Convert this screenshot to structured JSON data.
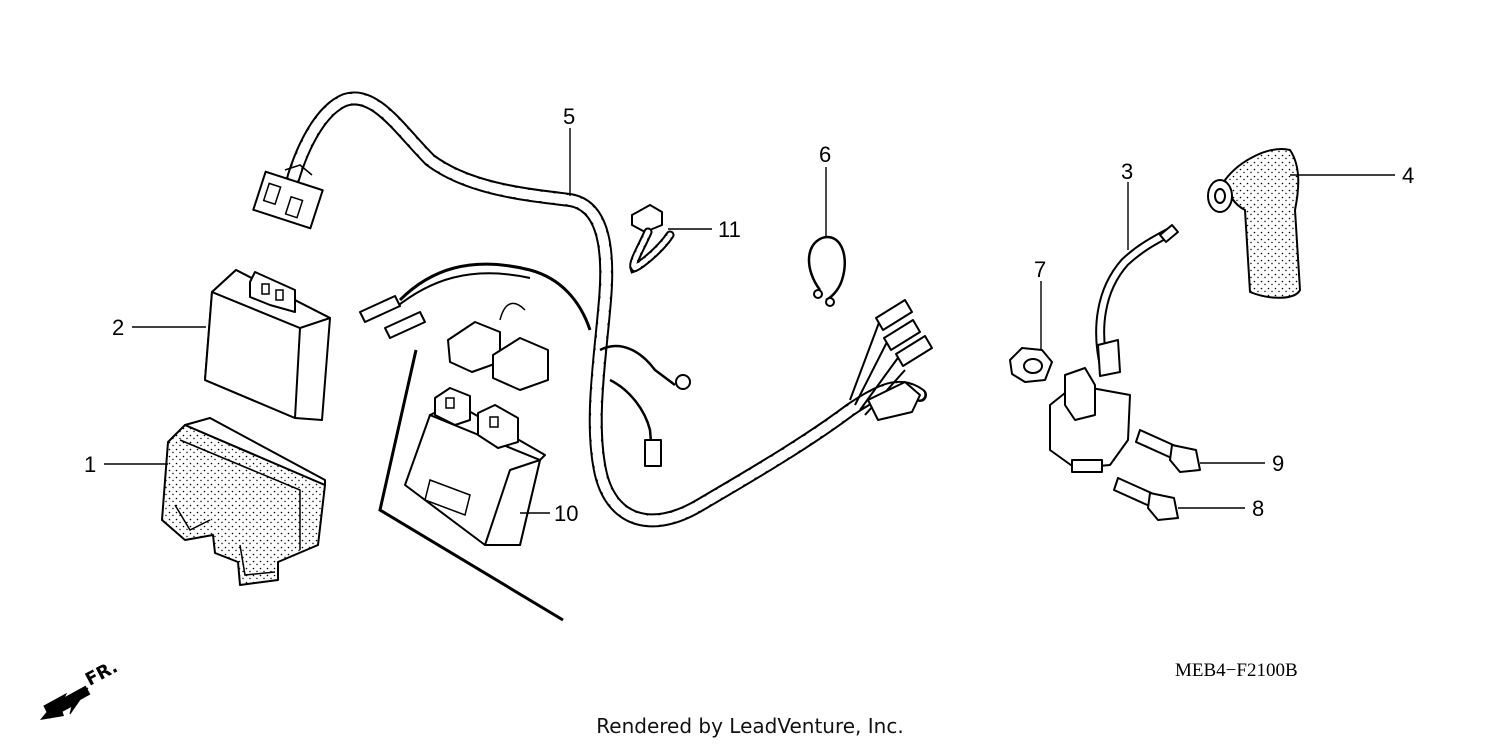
{
  "callouts": {
    "c1": "1",
    "c2": "2",
    "c3": "3",
    "c4": "4",
    "c5": "5",
    "c6": "6",
    "c7": "7",
    "c8": "8",
    "c9": "9",
    "c10": "10",
    "c11": "11"
  },
  "direction_label": "FR.",
  "diagram_code": "MEB4−F2100B",
  "footer": "Rendered by LeadVenture, Inc."
}
